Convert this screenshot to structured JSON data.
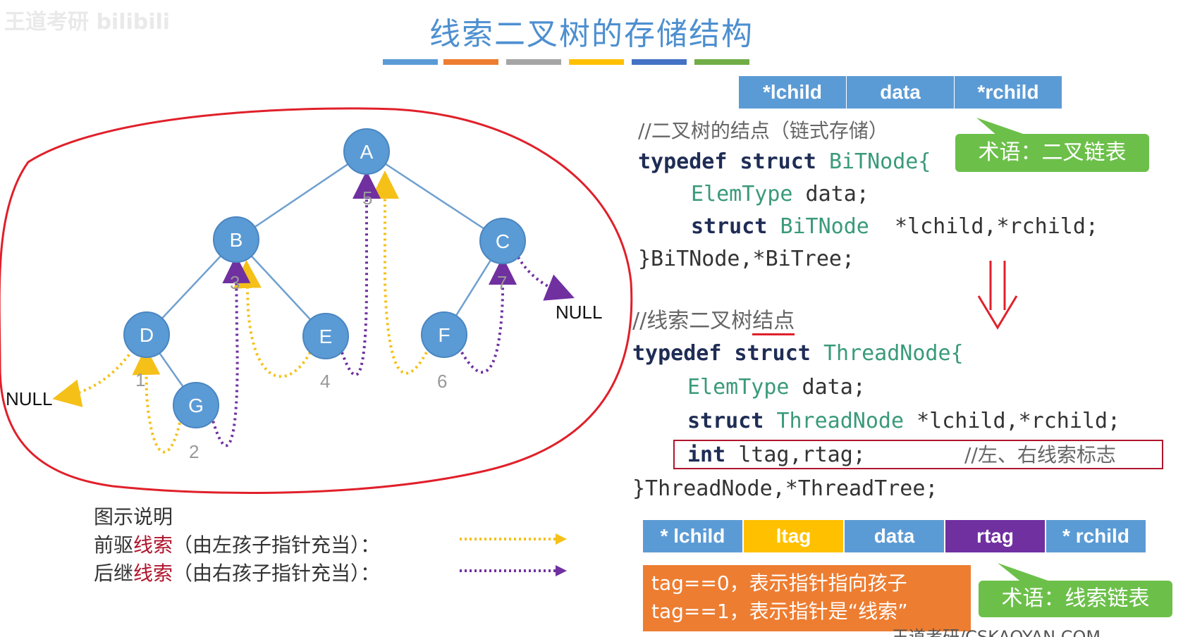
{
  "watermark": "王道考研 bilibili",
  "title": "线索二叉树的存储结构",
  "title_bar_colors": [
    "#5b9bd5",
    "#ed7d31",
    "#a5a5a5",
    "#ffc000",
    "#4472c4",
    "#70ad47"
  ],
  "top_struct": {
    "cells": [
      "*lchild",
      "data",
      "*rchild"
    ],
    "color": "#5b9bd5"
  },
  "code1": {
    "comment": "//二叉树的结点（链式存储）",
    "kw_typedef": "typedef",
    "kw_struct": "struct",
    "name": "BiTNode{",
    "elem_type": "ElemType",
    "elem_field": " data;",
    "struct_kw": "struct",
    "struct_type": "BiTNode",
    "struct_fields": "  *lchild,*rchild;",
    "end": "}BiTNode,*BiTree;"
  },
  "callout1": "术语：二叉链表",
  "code2": {
    "comment_a": "//线索二叉树",
    "comment_b": "结点",
    "kw_typedef": "typedef",
    "kw_struct": "struct",
    "name": "ThreadNode{",
    "elem_type": "ElemType",
    "elem_field": " data;",
    "struct_kw": "struct",
    "struct_type": "ThreadNode",
    "struct_fields": " *lchild,*rchild;",
    "int_kw": "int",
    "tag_fields": " ltag,rtag;",
    "tag_comment": "//左、右线索标志",
    "end": "}ThreadNode,*ThreadTree;"
  },
  "bottom_struct": {
    "cells": [
      {
        "label": "* lchild",
        "color": "#5b9bd5",
        "text_color": "#ffffff"
      },
      {
        "label": "ltag",
        "color": "#ffc000",
        "text_color": "#ffffff"
      },
      {
        "label": "data",
        "color": "#5b9bd5",
        "text_color": "#ffffff"
      },
      {
        "label": "rtag",
        "color": "#7030a0",
        "text_color": "#ffffff"
      },
      {
        "label": "* rchild",
        "color": "#5b9bd5",
        "text_color": "#ffffff"
      }
    ]
  },
  "tag_box": {
    "line1": "tag==0，表示指针指向孩子",
    "line2": "tag==1，表示指针是“线索”",
    "color": "#ed7d31"
  },
  "callout2": "术语：线索链表",
  "footer": "王道考研/CSKAOYAN.COM",
  "tree": {
    "nodes": [
      {
        "label": "A"
      },
      {
        "label": "B"
      },
      {
        "label": "C"
      },
      {
        "label": "D"
      },
      {
        "label": "E"
      },
      {
        "label": "F"
      },
      {
        "label": "G"
      }
    ],
    "order_numbers": [
      "1",
      "2",
      "3",
      "4",
      "5",
      "6",
      "7"
    ],
    "null_left": "NULL",
    "null_right": "NULL",
    "node_color": "#5b9bd5",
    "pred_color": "#f5c018",
    "succ_color": "#7030a0",
    "outline_color": "#e0202a"
  },
  "legend": {
    "title": "图示说明",
    "pred_prefix": "前驱",
    "pred_red": "线索",
    "pred_suffix": "（由左孩子指针充当）：",
    "succ_prefix": "后继",
    "succ_red": "线索",
    "succ_suffix": "（由右孩子指针充当）："
  }
}
